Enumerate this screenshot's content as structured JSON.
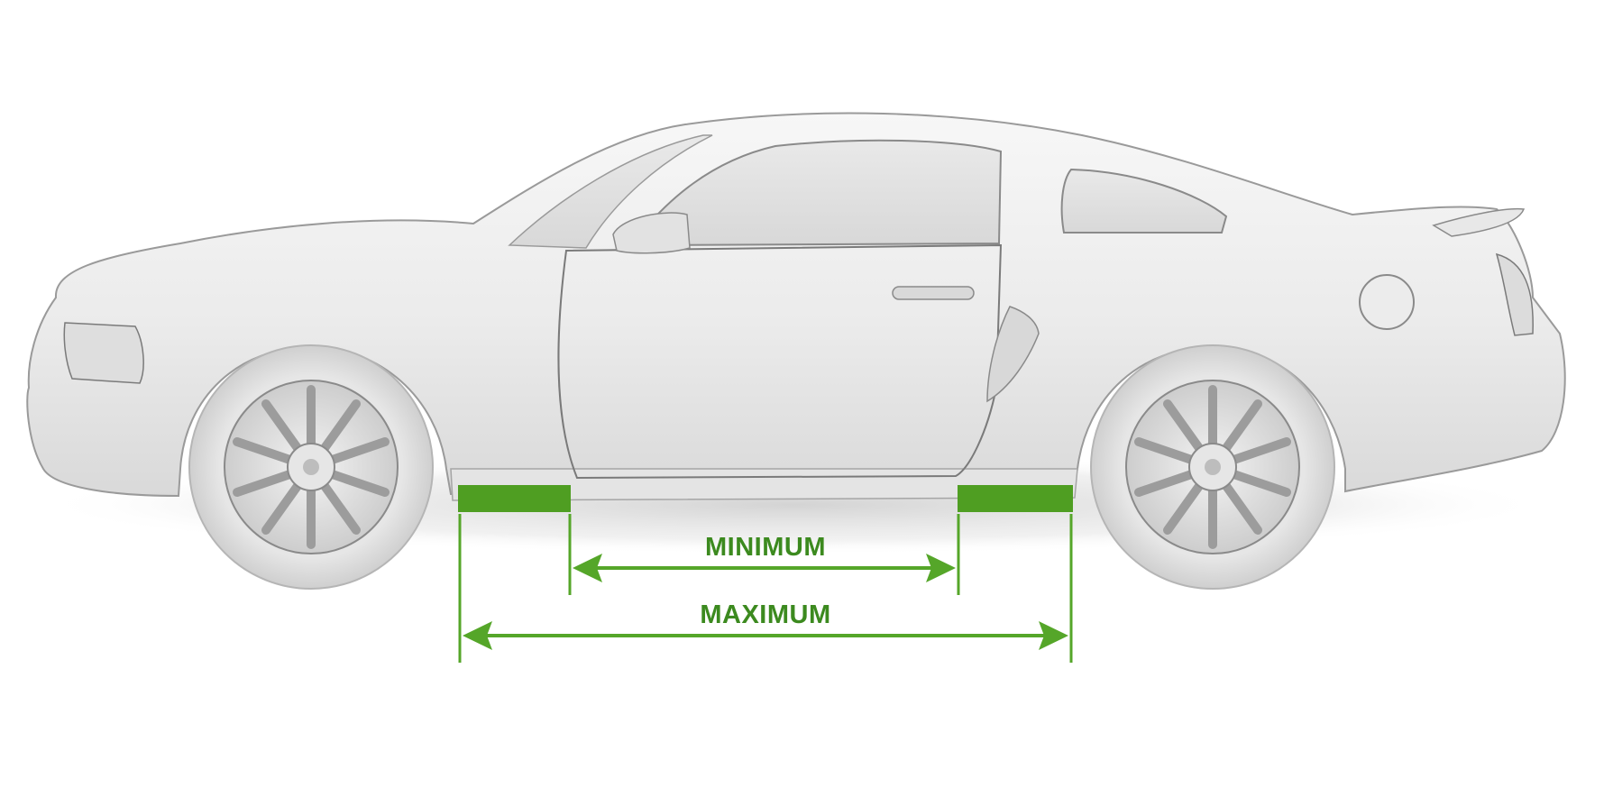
{
  "diagram": {
    "minimum_label": "MINIMUM",
    "maximum_label": "MAXIMUM"
  },
  "colors": {
    "accent_green": "#55a629",
    "dark_green": "#3f8a1c",
    "label_green": "#3c8a1f",
    "car_body": "#ececec",
    "car_outline": "#4a4a4a"
  },
  "icons": {
    "car": "sports-coupe-side-view",
    "arrow": "double-headed-arrow"
  }
}
